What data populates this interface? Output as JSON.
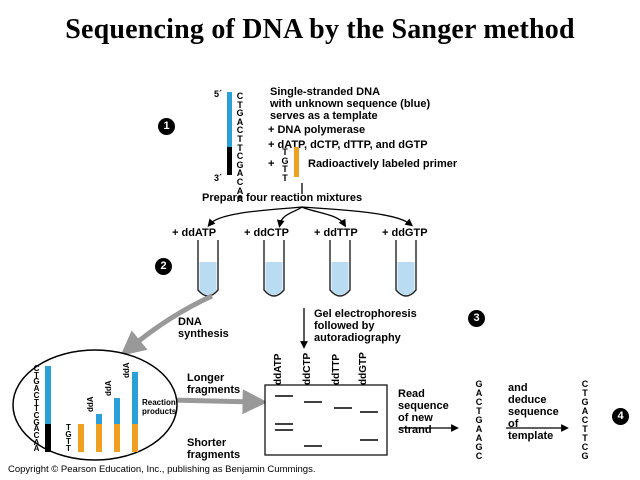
{
  "title": "Sequencing of DNA by the Sanger method",
  "template_label": {
    "five_prime": "5´",
    "three_prime": "3´",
    "sequence": "CTGACTTCGACAA"
  },
  "step1": {
    "number": "1",
    "line1": "Single-stranded DNA",
    "line2": "with unknown sequence (blue)",
    "line3": "serves as a template",
    "plus_polymerase": "+ DNA polymerase",
    "plus_dntps": "+ dATP, dCTP, dTTP, and dGTP",
    "plus": "+",
    "primer_seq": "TGTT",
    "primer_label": "Radioactively labeled primer"
  },
  "mixtures_label": "Prepare four reaction mixtures",
  "reactions": [
    "+ ddATP",
    "+ ddCTP",
    "+ ddTTP",
    "+ ddGTP"
  ],
  "step2": {
    "number": "2",
    "dna_synthesis_line1": "DNA",
    "dna_synthesis_line2": "synthesis"
  },
  "step3": {
    "number": "3",
    "line1": "Gel electrophoresis",
    "line2": "followed by",
    "line3": "autoradiography"
  },
  "gel": {
    "lane_labels": [
      "ddATP",
      "ddCTP",
      "ddTTP",
      "ddGTP"
    ],
    "longer_line1": "Longer",
    "longer_line2": "fragments",
    "shorter_line1": "Shorter",
    "shorter_line2": "fragments"
  },
  "inset": {
    "template_seq": "CTGACTTCGACAA",
    "primer_seq": "TGTT",
    "dd_labels": [
      "ddA",
      "ddA",
      "ddA"
    ],
    "reaction_products_line1": "Reaction",
    "reaction_products_line2": "products"
  },
  "read": {
    "line1": "Read",
    "line2": "sequence",
    "line3": "of new",
    "line4": "strand",
    "new_strand_seq": "GACTGAAGC"
  },
  "deduce": {
    "line1": "and",
    "line2": "deduce",
    "line3": "sequence",
    "line4": "of",
    "line5": "template",
    "template_seq": "CTGACTTCG"
  },
  "step4": {
    "number": "4"
  },
  "copyright": "Copyright © Pearson Education, Inc., publishing as Benjamin Cummings.",
  "colors": {
    "template_blue": "#2a9fd8",
    "primer_orange": "#f0a020",
    "black": "#000000",
    "tube_fill": "#b9dcf2"
  }
}
